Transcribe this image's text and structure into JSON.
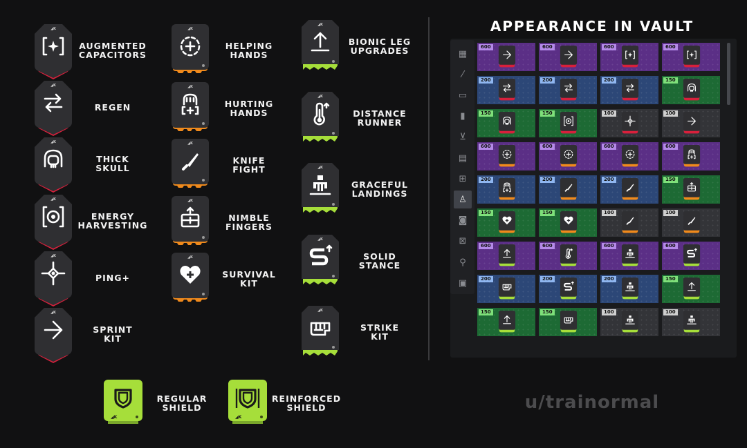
{
  "colors": {
    "red": "#d8203c",
    "orange": "#f08a1c",
    "green": "#a6de3a",
    "badge_body": "#2f2f32",
    "icon": "#ffffff",
    "tier_purple": "#5b2f86",
    "tier_blue": "#2c4777",
    "tier_green": "#1d6a34",
    "tier_gray": "#333438",
    "tag_purple": "#b48ae8",
    "tag_blue": "#8fb6f0",
    "tag_green": "#7ee07a",
    "tag_gray": "#cfcfcf"
  },
  "columns": [
    {
      "name": "red-column",
      "accent": "red",
      "items": [
        {
          "id": "augmented-capacitors",
          "label": "AUGMENTED\nCAPACITORS",
          "icon": "capacitor-icon"
        },
        {
          "id": "regen",
          "label": "REGEN",
          "icon": "regen-icon"
        },
        {
          "id": "thick-skull",
          "label": "THICK\nSKULL",
          "icon": "skull-icon"
        },
        {
          "id": "energy-harvesting",
          "label": "ENERGY\nHARVESTING",
          "icon": "energy-icon"
        },
        {
          "id": "ping-plus",
          "label": "PING+",
          "icon": "ping-icon"
        },
        {
          "id": "sprint-kit",
          "label": "SPRINT\nKIT",
          "icon": "sprint-icon"
        }
      ]
    },
    {
      "name": "orange-column",
      "accent": "orange",
      "items": [
        {
          "id": "helping-hands",
          "label": "HELPING\nHANDS",
          "icon": "helping-hands-icon"
        },
        {
          "id": "hurting-hands",
          "label": "HURTING\nHANDS",
          "icon": "hurting-hands-icon"
        },
        {
          "id": "knife-fight",
          "label": "KNIFE\nFIGHT",
          "icon": "knife-icon"
        },
        {
          "id": "nimble-fingers",
          "label": "NIMBLE\nFINGERS",
          "icon": "nimble-icon"
        },
        {
          "id": "survival-kit",
          "label": "SURVIVAL\nKIT",
          "icon": "heart-icon"
        }
      ]
    },
    {
      "name": "green-column",
      "accent": "green",
      "items": [
        {
          "id": "bionic-leg-upgrades",
          "label": "BIONIC LEG\nUPGRADES",
          "icon": "bionic-leg-icon"
        },
        {
          "id": "distance-runner",
          "label": "DISTANCE\nRUNNER",
          "icon": "thermometer-icon"
        },
        {
          "id": "graceful-landings",
          "label": "GRACEFUL\nLANDINGS",
          "icon": "landing-icon"
        },
        {
          "id": "solid-stance",
          "label": "SOLID\nSTANCE",
          "icon": "stance-icon"
        },
        {
          "id": "strike-kit",
          "label": "STRIKE\nKIT",
          "icon": "strike-icon"
        }
      ]
    }
  ],
  "shields": [
    {
      "id": "regular-shield",
      "label": "REGULAR\nSHIELD",
      "icon": "regular-shield-icon"
    },
    {
      "id": "reinforced-shield",
      "label": "REINFORCED\nSHIELD",
      "icon": "reinforced-shield-icon"
    }
  ],
  "vault": {
    "title": "APPEARANCE IN VAULT",
    "sidebar": [
      "grid-icon",
      "syringe-icon",
      "canister-icon",
      "battery-icon",
      "inbox-icon",
      "module-icon",
      "chip-icon",
      "skeleton-icon",
      "core-icon",
      "cross-box-icon",
      "key-icon",
      "crate-icon"
    ],
    "active_sidebar": 7,
    "rows": [
      [
        {
          "n": "600",
          "t": "purple",
          "i": "sprint-icon"
        },
        {
          "n": "600",
          "t": "purple",
          "i": "sprint-icon"
        },
        {
          "n": "600",
          "t": "purple",
          "i": "capacitor-icon"
        },
        {
          "n": "600",
          "t": "purple",
          "i": "capacitor-icon"
        }
      ],
      [
        {
          "n": "200",
          "t": "blue",
          "i": "regen-icon"
        },
        {
          "n": "200",
          "t": "blue",
          "i": "regen-icon"
        },
        {
          "n": "200",
          "t": "blue",
          "i": "regen-icon"
        },
        {
          "n": "150",
          "t": "green",
          "i": "skull-icon"
        }
      ],
      [
        {
          "n": "150",
          "t": "green",
          "i": "skull-icon"
        },
        {
          "n": "150",
          "t": "green",
          "i": "energy-icon"
        },
        {
          "n": "100",
          "t": "gray",
          "i": "ping-icon"
        },
        {
          "n": "100",
          "t": "gray",
          "i": "sprint-icon"
        }
      ],
      [
        {
          "n": "600",
          "t": "purple",
          "i": "helping-hands-icon"
        },
        {
          "n": "600",
          "t": "purple",
          "i": "helping-hands-icon"
        },
        {
          "n": "600",
          "t": "purple",
          "i": "helping-hands-icon"
        },
        {
          "n": "600",
          "t": "purple",
          "i": "hurting-hands-icon"
        }
      ],
      [
        {
          "n": "200",
          "t": "blue",
          "i": "hurting-hands-icon"
        },
        {
          "n": "200",
          "t": "blue",
          "i": "knife-icon"
        },
        {
          "n": "200",
          "t": "blue",
          "i": "knife-icon"
        },
        {
          "n": "150",
          "t": "green",
          "i": "nimble-icon"
        }
      ],
      [
        {
          "n": "150",
          "t": "green",
          "i": "heart-icon"
        },
        {
          "n": "150",
          "t": "green",
          "i": "heart-icon"
        },
        {
          "n": "100",
          "t": "gray",
          "i": "knife-icon"
        },
        {
          "n": "100",
          "t": "gray",
          "i": "knife-icon"
        }
      ],
      [
        {
          "n": "600",
          "t": "purple",
          "i": "bionic-leg-icon"
        },
        {
          "n": "600",
          "t": "purple",
          "i": "thermometer-icon"
        },
        {
          "n": "600",
          "t": "purple",
          "i": "landing-icon"
        },
        {
          "n": "600",
          "t": "purple",
          "i": "stance-icon"
        }
      ],
      [
        {
          "n": "200",
          "t": "blue",
          "i": "strike-icon"
        },
        {
          "n": "200",
          "t": "blue",
          "i": "stance-icon"
        },
        {
          "n": "200",
          "t": "blue",
          "i": "landing-icon"
        },
        {
          "n": "150",
          "t": "green",
          "i": "bionic-leg-icon"
        }
      ],
      [
        {
          "n": "150",
          "t": "green",
          "i": "bionic-leg-icon"
        },
        {
          "n": "150",
          "t": "green",
          "i": "strike-icon"
        },
        {
          "n": "100",
          "t": "gray",
          "i": "landing-icon"
        },
        {
          "n": "100",
          "t": "gray",
          "i": "landing-icon"
        }
      ]
    ]
  },
  "watermark": "u/trainormal"
}
